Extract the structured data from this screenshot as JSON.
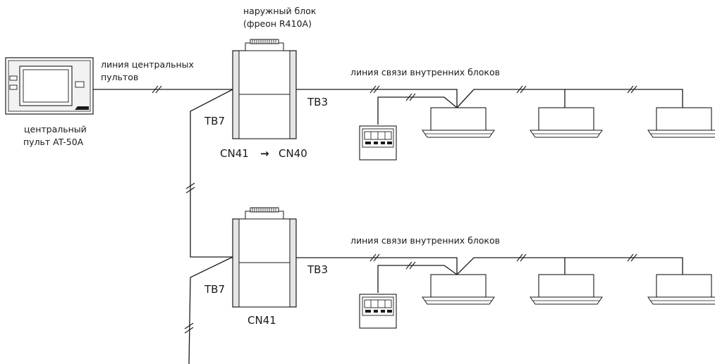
{
  "central_controller": {
    "caption_line1": "центральный",
    "caption_line2": "пульт AT-50A",
    "icon": "central-controller-icon"
  },
  "central_line": {
    "label_line1": "линия центральных",
    "label_line2": "пультов"
  },
  "system_1": {
    "outdoor_caption_line1": "наружный блок",
    "outdoor_caption_line2": "(фреон R410A)",
    "tb7": "TB7",
    "tb3": "TB3",
    "connector_from": "CN41",
    "connector_arrow": "→",
    "connector_to": "CN40",
    "indoor_line_label": "линия связи внутренних блоков"
  },
  "system_2": {
    "tb7": "TB7",
    "tb3": "TB3",
    "connector": "CN41",
    "indoor_line_label": "линия связи внутренних блоков"
  },
  "icons": {
    "outdoor_unit": "outdoor-unit-icon",
    "indoor_unit": "cassette-indoor-unit-icon",
    "remote": "wired-remote-controller-icon"
  }
}
